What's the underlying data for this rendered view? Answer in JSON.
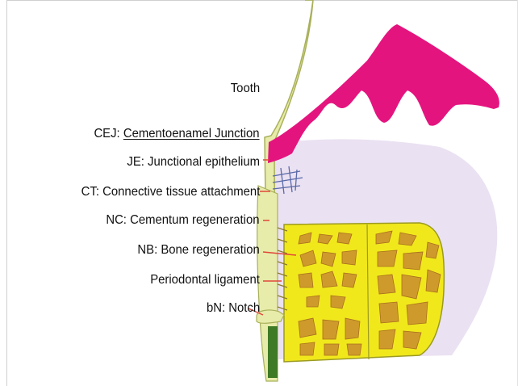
{
  "labels": {
    "tooth": "Tooth",
    "cej_abbr": "CEJ:",
    "cej_full": "Cementoenamel Junction",
    "je": "JE: Junctional epithelium",
    "ct": "CT: Connective tissue attachment",
    "nc": "NC: Cementum regeneration",
    "nb": "NB: Bone regeneration",
    "pdl": "Periodontal ligament",
    "bn": "bN: Notch"
  },
  "colors": {
    "gingiva": "#e4147f",
    "soft_tissue": "#eae1f2",
    "tooth_fill": "#e8ecaa",
    "tooth_stroke": "#a9b05a",
    "bone_fill": "#f1e81c",
    "bone_stroke": "#9b9a22",
    "marrow": "#cf9a2c",
    "marrow_dark": "#a8701b",
    "root_green": "#3f7a26",
    "pointer": "#e0473a"
  }
}
